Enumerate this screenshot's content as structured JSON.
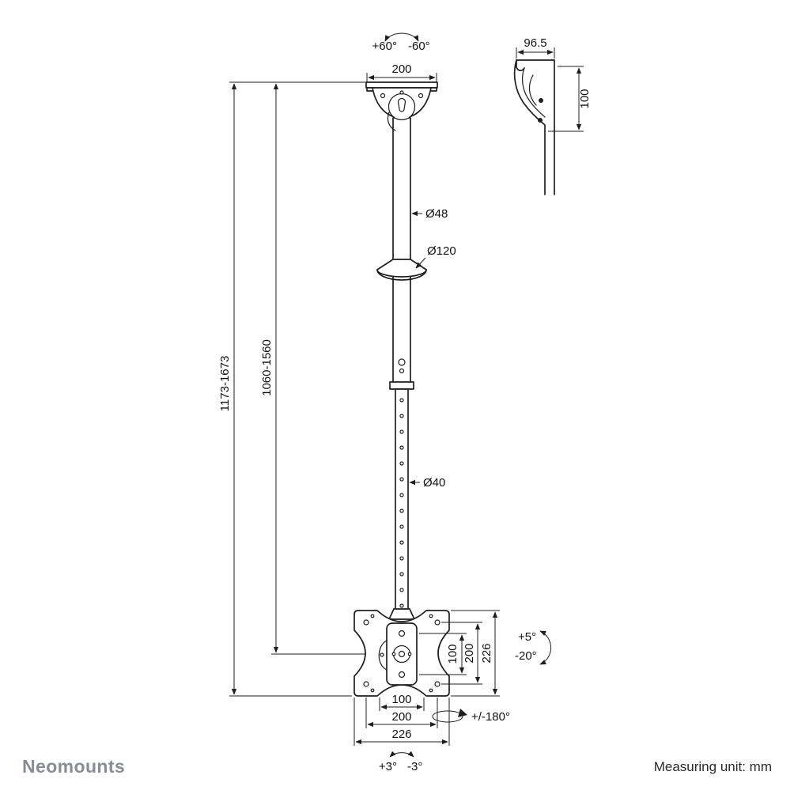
{
  "footer": {
    "brand": "Neomounts",
    "measuring_unit": "Measuring unit: mm"
  },
  "front_view": {
    "swivel_plus": "+60°",
    "swivel_minus": "-60°",
    "ceiling_plate_width": "200",
    "upper_pole_diameter": "Ø48",
    "collar_diameter": "Ø120",
    "lower_pole_diameter": "Ø40",
    "total_height_range": "1173-1673",
    "pole_height_range": "1060-1560"
  },
  "side_view": {
    "depth": "96.5",
    "height": "100"
  },
  "vesa_plate": {
    "vertical": {
      "inner": "100",
      "outer": "200",
      "plate": "226"
    },
    "horizontal": {
      "inner": "100",
      "outer": "200",
      "plate": "226"
    },
    "tilt_plus": "+5°",
    "tilt_minus": "-20°",
    "swivel": "+/-180°",
    "level_plus": "+3°",
    "level_minus": "-3°"
  }
}
